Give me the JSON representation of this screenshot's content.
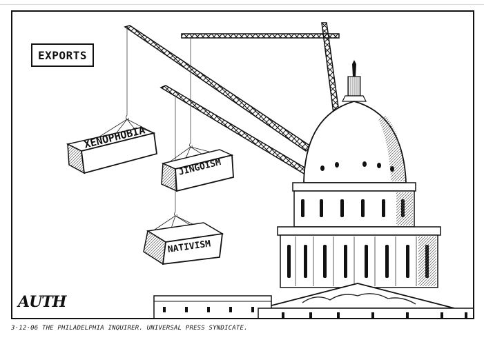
{
  "cartoon": {
    "sign_text": "EXPORTS",
    "blocks": [
      {
        "label": "XENOPHOBIA"
      },
      {
        "label": "JINGOISM"
      },
      {
        "label": "NATIVISM"
      }
    ],
    "signature": "AUTH",
    "credit": "3·12·06 THE PHILADELPHIA INQUIRER. UNIVERSAL PRESS SYNDICATE."
  }
}
